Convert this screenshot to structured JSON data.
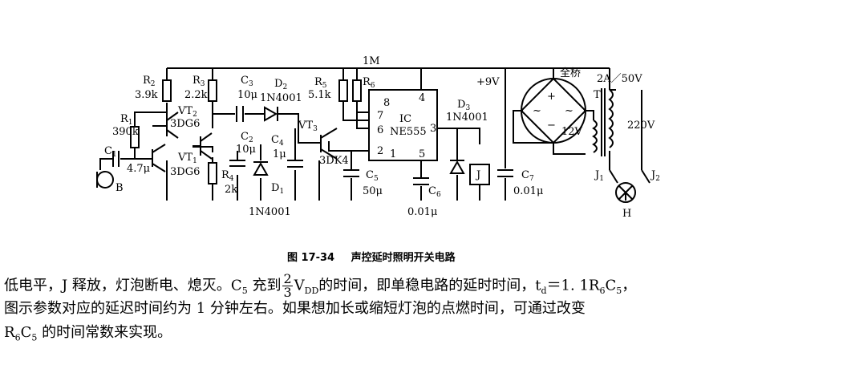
{
  "figure": {
    "number": "图 17-34",
    "title": "声控延时照明开关电路"
  },
  "labels": {
    "r1": "R",
    "r1_sub": "1",
    "r1_val": "390k",
    "r2": "R",
    "r2_sub": "2",
    "r2_val": "3.9k",
    "r3": "R",
    "r3_sub": "3",
    "r3_val": "2.2k",
    "r4": "R",
    "r4_sub": "4",
    "r4_val": "2k",
    "r5": "R",
    "r5_sub": "5",
    "r5_val": "5.1k",
    "r6": "R",
    "r6_sub": "6",
    "c1": "C",
    "c1_sub": "1",
    "c1_val": "4.7μ",
    "c2": "C",
    "c2_sub": "2",
    "c2_val": "10μ",
    "c3": "C",
    "c3_sub": "3",
    "c3_val": "10μ",
    "c4": "C",
    "c4_sub": "4",
    "c4_val": "1μ",
    "c5": "C",
    "c5_sub": "5",
    "c5_val": "50μ",
    "c6": "C",
    "c6_sub": "6",
    "c6_val": "0.01μ",
    "c7": "C",
    "c7_sub": "7",
    "c7_val": "0.01μ",
    "vt1": "VT",
    "vt1_sub": "1",
    "vt1_val": "3DG6",
    "vt2": "VT",
    "vt2_sub": "2",
    "vt2_val": "3DG6",
    "vt3": "VT",
    "vt3_sub": "3",
    "vt3_val": "3DK4",
    "d1": "D",
    "d1_sub": "1",
    "d1_val": "1N4001",
    "d2": "D",
    "d2_sub": "2",
    "d2_val": "1N4001",
    "d3": "D",
    "d3_sub": "3",
    "d3_val": "1N4001",
    "mic": "B",
    "ic": "IC",
    "ic_type": "NE555",
    "pin8": "8",
    "pin7": "7",
    "pin6": "6",
    "pin2": "2",
    "pin1": "1",
    "pin4": "4",
    "pin3": "3",
    "pin5": "5",
    "relay": "J",
    "resistor_top": "1M",
    "supply": "+9V",
    "bridge": "全桥",
    "transformer": "T",
    "rating": "2A／50V",
    "v12": "12V",
    "v220": "220V",
    "j1": "J",
    "j1_sub": "1",
    "j2": "J",
    "j2_sub": "2",
    "lamp": "H"
  },
  "text": {
    "line1_a": "低电平，J 释放，灯泡断电、熄灭。C",
    "line1_a_sub": "5",
    "line1_b": " 充到",
    "frac_num": "2",
    "frac_den": "3",
    "line1_c": "V",
    "line1_c_sub": "DD",
    "line1_d": "的时间，即单稳电路的延时时间，t",
    "line1_d_sub": "d",
    "line1_e": "＝1. 1R",
    "line1_e_sub": "6",
    "line1_f": "C",
    "line1_f_sub": "5",
    "line1_g": "，",
    "line2": "图示参数对应的延迟时间约为 1 分钟左右。如果想加长或缩短灯泡的点燃时间，可通过改变",
    "line3_a": "R",
    "line3_a_sub": "6",
    "line3_b": "C",
    "line3_b_sub": "5",
    "line3_c": " 的时间常数来实现。"
  }
}
